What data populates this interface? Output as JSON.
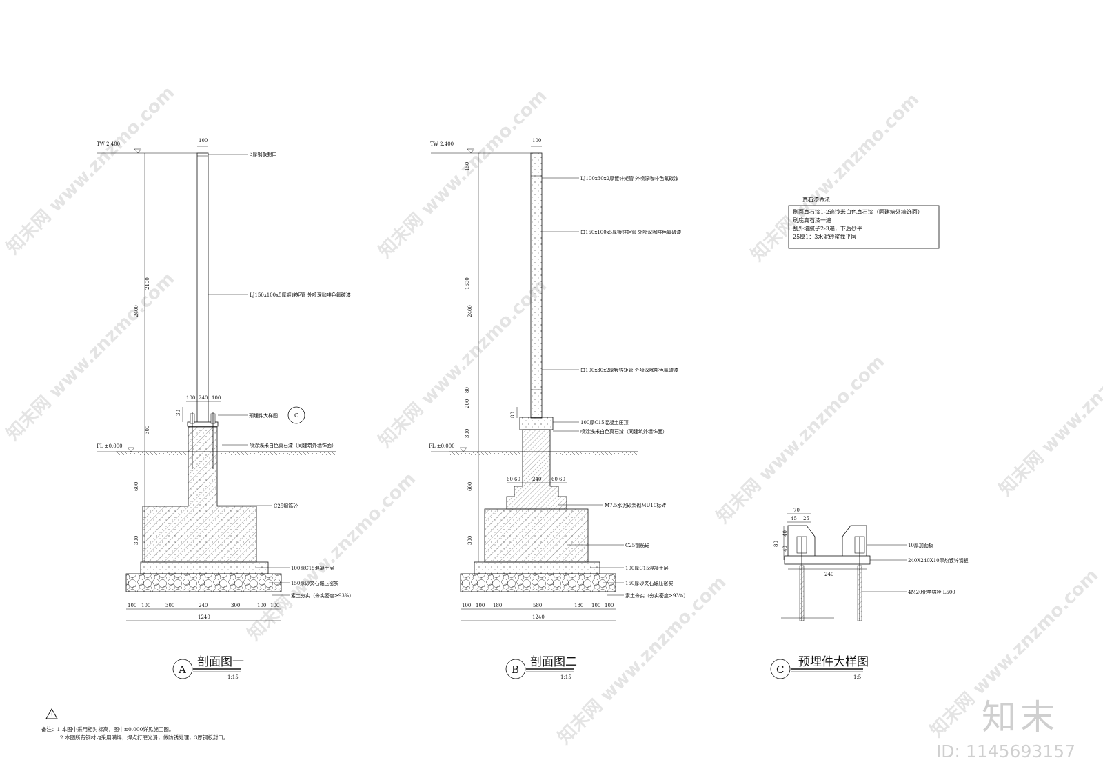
{
  "watermark": {
    "site": "www.znzmo.com",
    "brand": "知末",
    "id": "ID: 1145693157"
  },
  "section_a": {
    "letter": "A",
    "title": "剖面图一",
    "scale": "1:15",
    "elev_top": "TW 2.400",
    "elev_floor": "FL ±0.000",
    "dims_v": [
      "2400",
      "2100",
      "300",
      "600",
      "300",
      "30"
    ],
    "dims_top": "100",
    "dims_mid": [
      "100",
      "240",
      "100"
    ],
    "dims_bottom": [
      "100",
      "100",
      "300",
      "240",
      "300",
      "100",
      "100"
    ],
    "dim_total": "1240",
    "detail_ref": "C",
    "labels": [
      "3厚钢板封口",
      "LJ150x100x5厚镀锌矩管 外喷深咖啡色氟碳漆",
      "预埋件大样图",
      "喷涂浅米白色真石漆（同建筑外墙饰面）",
      "C25钢筋砼",
      "100厚C15混凝土层",
      "150厚砂夹石碾压密实",
      "素土夯实（夯实密度≥93%）"
    ]
  },
  "section_b": {
    "letter": "B",
    "title": "剖面图二",
    "scale": "1:15",
    "elev_top": "TW 2.400",
    "elev_floor": "FL ±0.000",
    "dims_v": [
      "2400",
      "150",
      "1690",
      "80",
      "200",
      "300",
      "600",
      "300",
      "80"
    ],
    "dims_top": "100",
    "dims_mid": [
      "60",
      "60",
      "240",
      "60",
      "60"
    ],
    "dims_bottom": [
      "100",
      "100",
      "180",
      "580",
      "180",
      "100",
      "100"
    ],
    "dim_total": "1240",
    "labels": [
      "LJ100x30x2厚镀锌矩管 外喷深咖啡色氟碳漆",
      "口150x100x5厚镀锌矩管 外喷深咖啡色氟碳漆",
      "口100x30x2厚镀锌矩管 外喷深咖啡色氟碳漆",
      "100厚C15混凝土压顶",
      "喷涂浅米白色真石漆（同建筑外墙饰面）",
      "M7.5水泥砂浆砌MU10标砖",
      "C25钢筋砼",
      "100厚C15混凝土层",
      "150厚砂夹石碾压密实",
      "素土夯实（夯实密度≥93%）"
    ]
  },
  "section_c": {
    "letter": "C",
    "title": "预埋件大样图",
    "scale": "1:5",
    "dims": [
      "70",
      "45",
      "25",
      "80",
      "40",
      "40",
      "240"
    ],
    "labels": [
      "10厚加劲板",
      "240X240X10厚热镀锌钢板",
      "4M20化学锚栓,L500"
    ]
  },
  "stone_paint": {
    "title": "真石漆做法",
    "lines": [
      "刷面真石漆1-2遍浅米白色真石漆（同建筑外墙饰面）",
      "刷底真石漆一遍",
      "刮外墙腻子2-3遍，下后砂平",
      "25厚1：3水泥砂浆找平层"
    ]
  },
  "notes": {
    "lines": [
      "备注：1.本图中采用相对标高，图中±0.000详见施工图。",
      "2.本图所有钢材均采用满焊，焊点打磨光滑，做防锈处理，3厚钢板封口。"
    ]
  }
}
